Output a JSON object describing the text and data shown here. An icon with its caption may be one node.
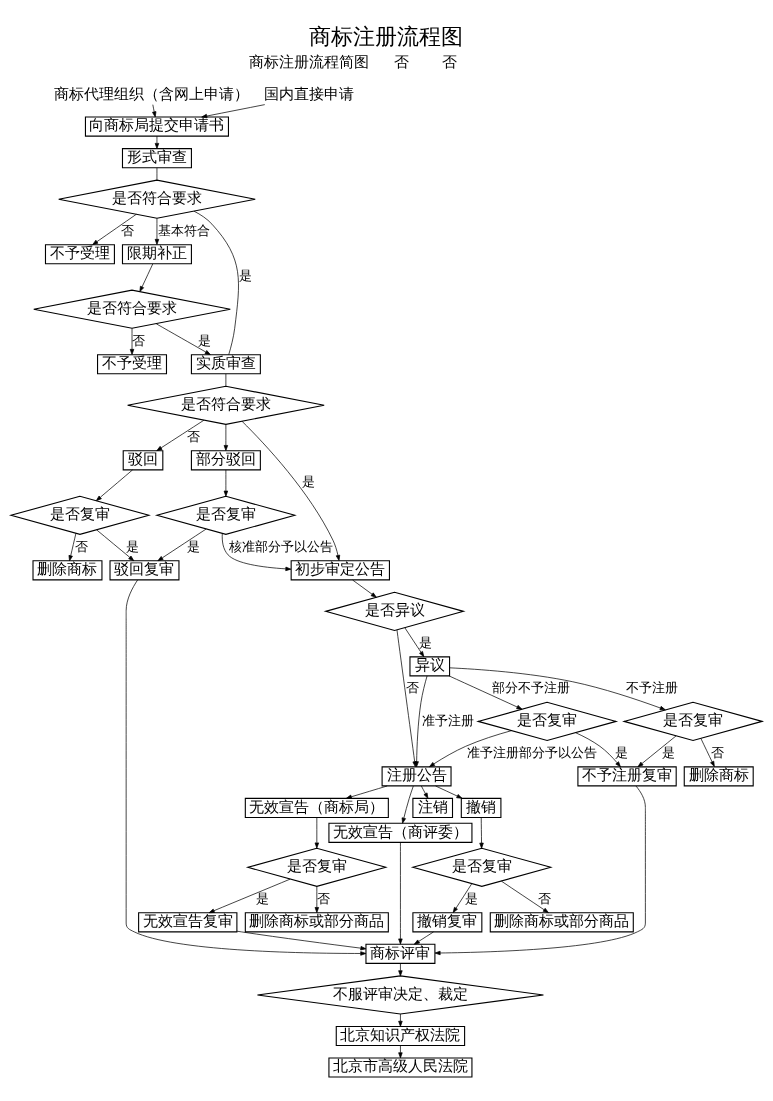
{
  "diagram": {
    "title": "商标注册流程图",
    "nodes": [
      {
        "text": [
          "国内直接申请"
        ]
      },
      {
        "text": [
          "商标代理组织（含网上申请）"
        ]
      },
      {
        "text": [
          "向商标局提交申请书"
        ]
      },
      {
        "text": [
          "形式审查"
        ]
      },
      {
        "text": [
          "是否符合要求"
        ]
      },
      {
        "text": [
          "不予受理"
        ]
      },
      {
        "text": [
          "限期补正"
        ]
      },
      {
        "text": [
          "是否符合要求"
        ]
      },
      {
        "text": [
          "不予受理"
        ]
      },
      {
        "text": [
          "实质审查"
        ]
      },
      {
        "text": [
          "是否符合要求"
        ]
      },
      {
        "text": [
          "驳回"
        ]
      },
      {
        "text": [
          "部分驳回"
        ]
      },
      {
        "text": [
          "是否复审"
        ]
      },
      {
        "text": [
          "是否复审"
        ]
      },
      {
        "text": [
          "删除商标"
        ]
      },
      {
        "text": [
          "初步审定公告"
        ]
      },
      {
        "text": [
          "是否异议"
        ]
      },
      {
        "text": [
          "异议"
        ]
      },
      {
        "text": [
          "是否复审"
        ]
      },
      {
        "text": [
          "是否复审"
        ]
      },
      {
        "text": [
          "注册公告"
        ]
      },
      {
        "text": [
          "删除商标"
        ]
      },
      {
        "text": [
          "注销"
        ]
      },
      {
        "text": [
          "撤销"
        ]
      },
      {
        "text": [
          "无效宣告（商标局）"
        ]
      },
      {
        "text": [
          "是否复审"
        ]
      },
      {
        "text": [
          "删除商标或部分商品"
        ]
      },
      {
        "text": [
          "是否复审"
        ]
      },
      {
        "text": [
          "删除商标或部分商品"
        ]
      },
      {
        "text": [
          "撤销复审"
        ]
      },
      {
        "text": [
          "无效宣告（商评委）"
        ]
      },
      {
        "text": [
          "无效宣告复审"
        ]
      },
      {
        "text": [
          "不予注册复审"
        ]
      },
      {
        "text": [
          "驳回复审"
        ]
      },
      {
        "text": [
          "商标评审"
        ]
      },
      {
        "text": [
          "不服评审决定、裁定"
        ]
      },
      {
        "text": [
          "北京知识产权法院"
        ]
      },
      {
        "text": [
          "北京市高级人民法院"
        ]
      }
    ],
    "edges": [
      {
        "from": 0,
        "to": 2,
        "arrow": "to"
      },
      {
        "from": 1,
        "to": 2,
        "arrow": "to"
      },
      {
        "from": 2,
        "to": 3,
        "arrow": "to"
      },
      {
        "from": 3,
        "to": 4,
        "arrow": "none"
      },
      {
        "from": 4,
        "to": 5,
        "arrow": "to",
        "label": "否"
      },
      {
        "from": 4,
        "to": 6,
        "arrow": "to",
        "label": "基本符合"
      },
      {
        "from": 4,
        "to": 9,
        "arrow": "none",
        "label": "是"
      },
      {
        "from": 6,
        "to": 7,
        "arrow": "to"
      },
      {
        "from": 7,
        "to": 8,
        "arrow": "to",
        "label": "否"
      },
      {
        "from": 7,
        "to": 9,
        "arrow": "to",
        "label": "是"
      },
      {
        "from": 9,
        "to": 10,
        "arrow": "none"
      },
      {
        "from": 10,
        "to": 11,
        "arrow": "to",
        "label": "否"
      },
      {
        "from": 10,
        "to": 12,
        "arrow": "to"
      },
      {
        "from": 10,
        "to": 16,
        "arrow": "to",
        "label": "是"
      },
      {
        "from": 11,
        "to": 14,
        "arrow": "to"
      },
      {
        "from": 12,
        "to": 13,
        "arrow": "to"
      },
      {
        "from": 13,
        "to": 34,
        "arrow": "to",
        "label": "是"
      },
      {
        "from": 13,
        "to": 16,
        "arrow": "to",
        "label": "核准部分予以公告"
      },
      {
        "from": 14,
        "to": 15,
        "arrow": "to",
        "label": "否"
      },
      {
        "from": 14,
        "to": 34,
        "arrow": "to",
        "label": "是"
      },
      {
        "from": 16,
        "to": 17,
        "arrow": "to"
      },
      {
        "from": 17,
        "to": 18,
        "arrow": "to",
        "label": "是"
      },
      {
        "from": 17,
        "to": 21,
        "arrow": "to",
        "label": "否"
      },
      {
        "from": 18,
        "to": 21,
        "arrow": "to",
        "label": "准予注册"
      },
      {
        "from": 18,
        "to": 19,
        "arrow": "to",
        "label": "部分不予注册"
      },
      {
        "from": 18,
        "to": 20,
        "arrow": "to",
        "label": "不予注册"
      },
      {
        "from": 19,
        "to": 21,
        "arrow": "to",
        "label": "准予注册部分予以公告"
      },
      {
        "from": 19,
        "to": 33,
        "arrow": "to",
        "label": "是"
      },
      {
        "from": 20,
        "to": 33,
        "arrow": "to",
        "label": "是"
      },
      {
        "from": 20,
        "to": 22,
        "arrow": "to",
        "label": "否"
      },
      {
        "from": 21,
        "to": 23,
        "arrow": "to"
      },
      {
        "from": 21,
        "to": 24,
        "arrow": "to"
      },
      {
        "from": 21,
        "to": 25,
        "arrow": "to"
      },
      {
        "from": 21,
        "to": 31,
        "arrow": "to"
      },
      {
        "from": 24,
        "to": 26,
        "arrow": "to"
      },
      {
        "from": 26,
        "to": 27,
        "arrow": "to",
        "label": "否"
      },
      {
        "from": 26,
        "to": 30,
        "arrow": "to",
        "label": "是"
      },
      {
        "from": 25,
        "to": 28,
        "arrow": "to"
      },
      {
        "from": 28,
        "to": 29,
        "arrow": "to",
        "label": "否"
      },
      {
        "from": 28,
        "to": 32,
        "arrow": "to",
        "label": "是"
      },
      {
        "from": 30,
        "to": 35,
        "arrow": "to"
      },
      {
        "from": 31,
        "to": 35,
        "arrow": "to"
      },
      {
        "from": 32,
        "to": 35,
        "arrow": "to"
      },
      {
        "from": 33,
        "to": 35,
        "arrow": "to"
      },
      {
        "from": 34,
        "to": 35,
        "arrow": "to"
      },
      {
        "from": 35,
        "to": 36,
        "arrow": "to"
      },
      {
        "from": 36,
        "to": 37,
        "arrow": "to"
      },
      {
        "from": 37,
        "to": 38,
        "arrow": "to"
      }
    ],
    "labels": [
      "商标注册流程简图",
      "否",
      "否"
    ]
  }
}
